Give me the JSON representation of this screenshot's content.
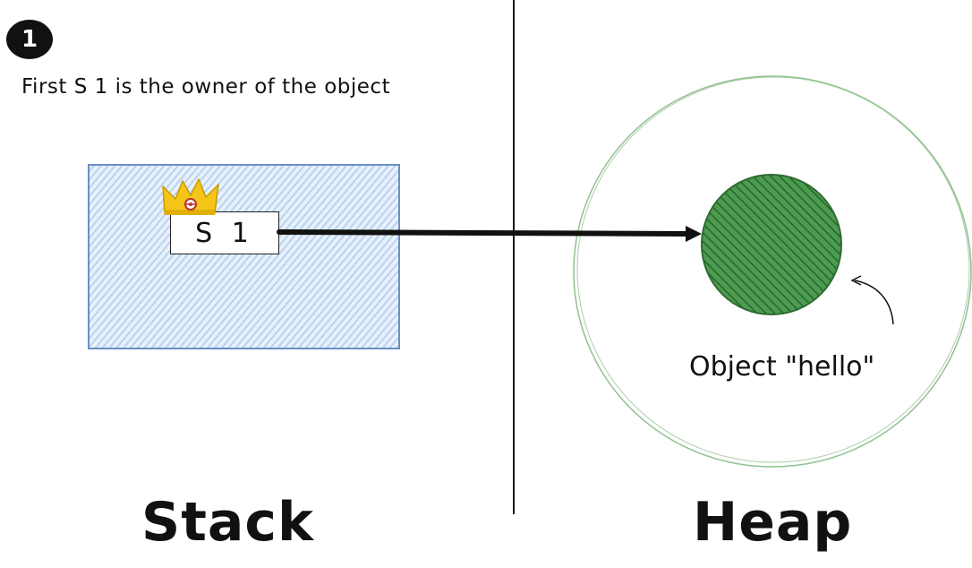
{
  "step": {
    "number": "1"
  },
  "caption": "First S 1 is the owner of the object",
  "stack": {
    "label": "Stack",
    "variable": {
      "name": "S 1",
      "owner_icon": "crown-icon"
    }
  },
  "heap": {
    "label": "Heap",
    "object_label": "Object \"hello\""
  },
  "colors": {
    "stack_fill": "#dbe8f8",
    "stack_border": "#6a8fc4",
    "heap_object": "#2f7d32",
    "heap_ring": "#8fc08f",
    "crown": "#f5c518",
    "arrow": "#111111"
  }
}
